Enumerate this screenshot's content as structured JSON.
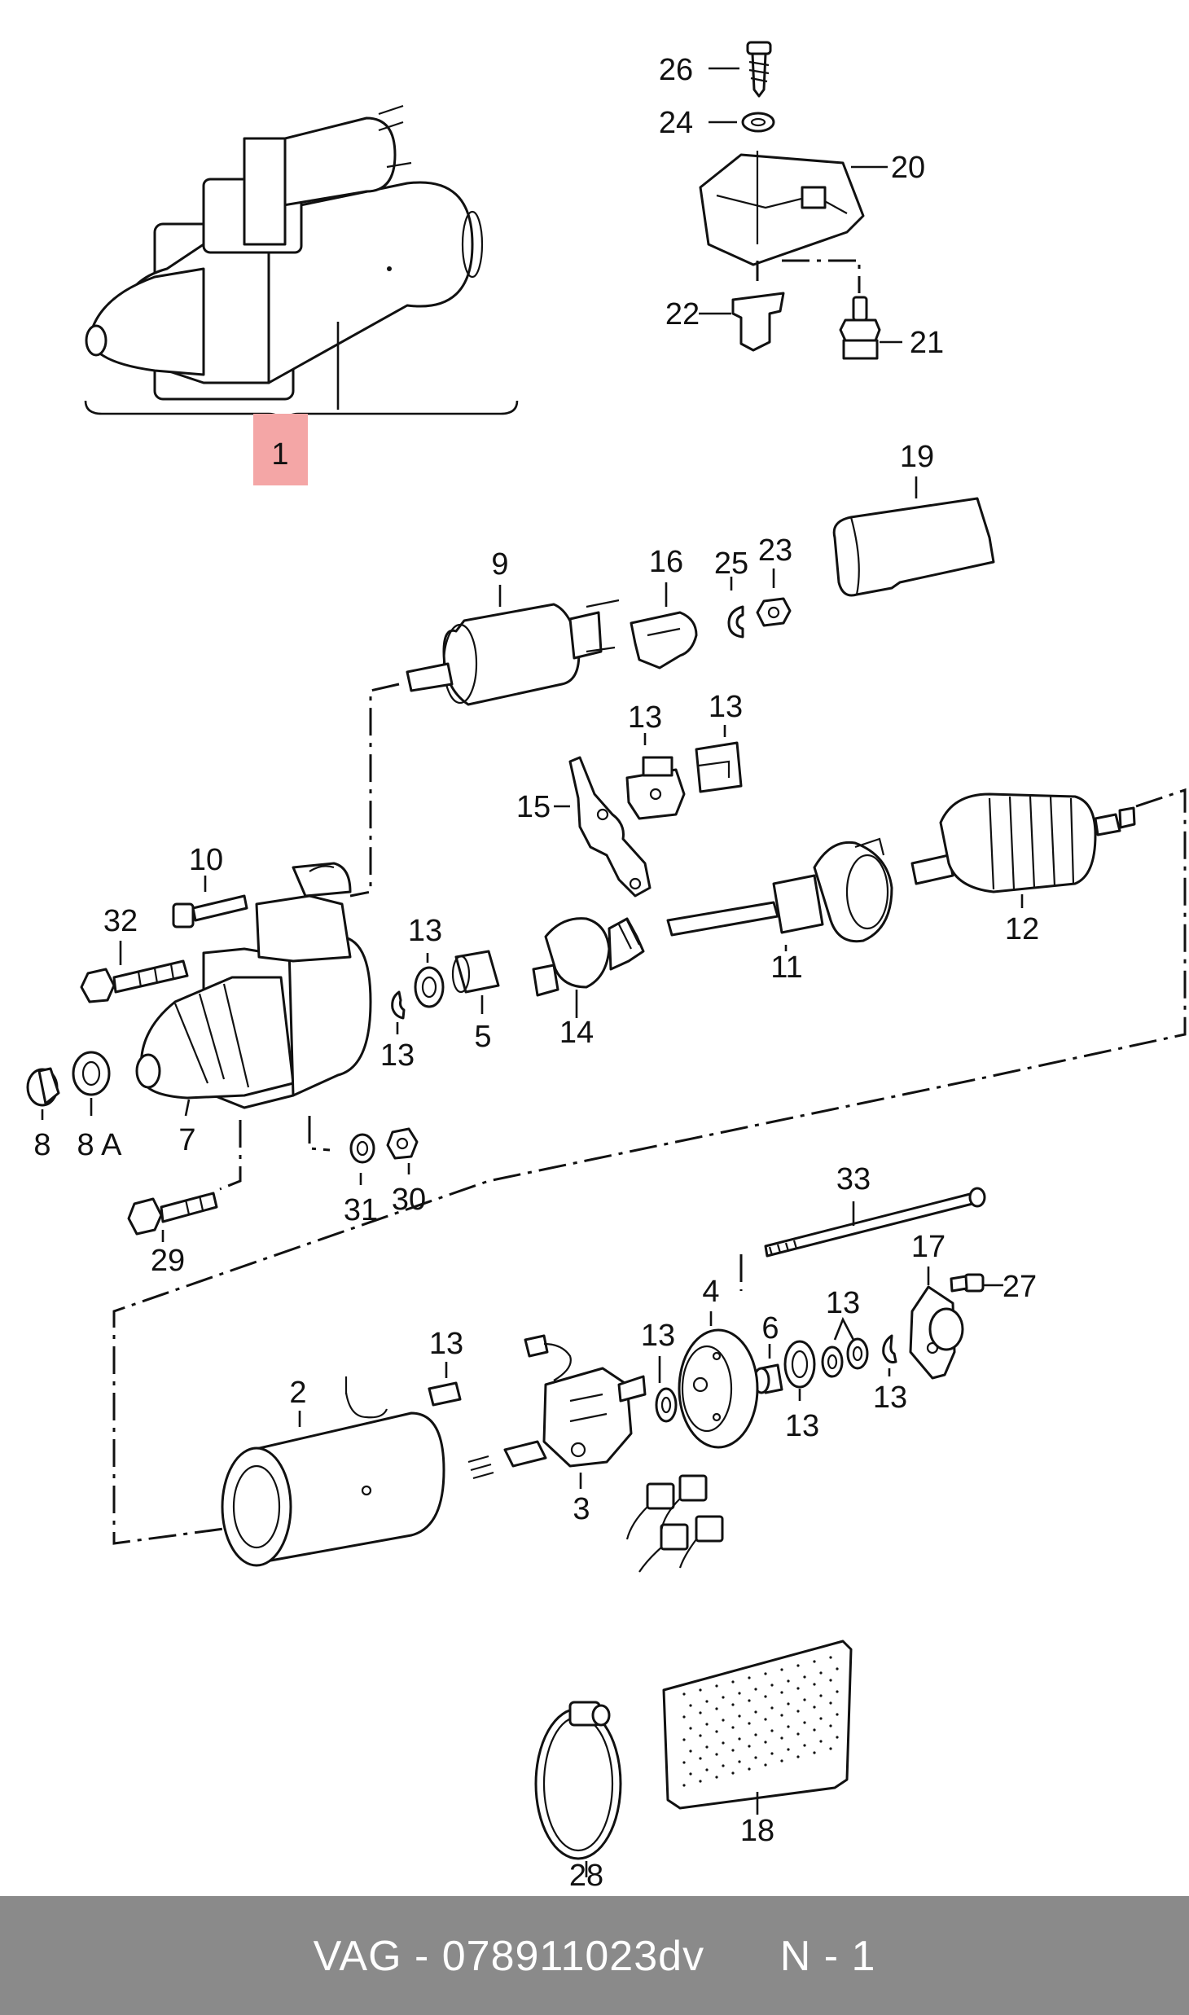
{
  "callouts": {
    "c1": "1",
    "c2": "2",
    "c3": "3",
    "c4": "4",
    "c5": "5",
    "c6": "6",
    "c7": "7",
    "c8": "8",
    "c8a": "8 A",
    "c9": "9",
    "c10": "10",
    "c11": "11",
    "c12": "12",
    "c13": "13",
    "c14": "14",
    "c15": "15",
    "c16": "16",
    "c17": "17",
    "c18": "18",
    "c19": "19",
    "c20": "20",
    "c21": "21",
    "c22": "22",
    "c23": "23",
    "c24": "24",
    "c25": "25",
    "c26": "26",
    "c27": "27",
    "c28": "28",
    "c29": "29",
    "c30": "30",
    "c31": "31",
    "c32": "32",
    "c33": "33"
  },
  "highlight": {
    "label": "1",
    "color": "#f4a6a6"
  },
  "footer": {
    "text": "VAG - 078911023dv      N - 1",
    "background": "#8a8a8a",
    "color": "#ffffff"
  }
}
